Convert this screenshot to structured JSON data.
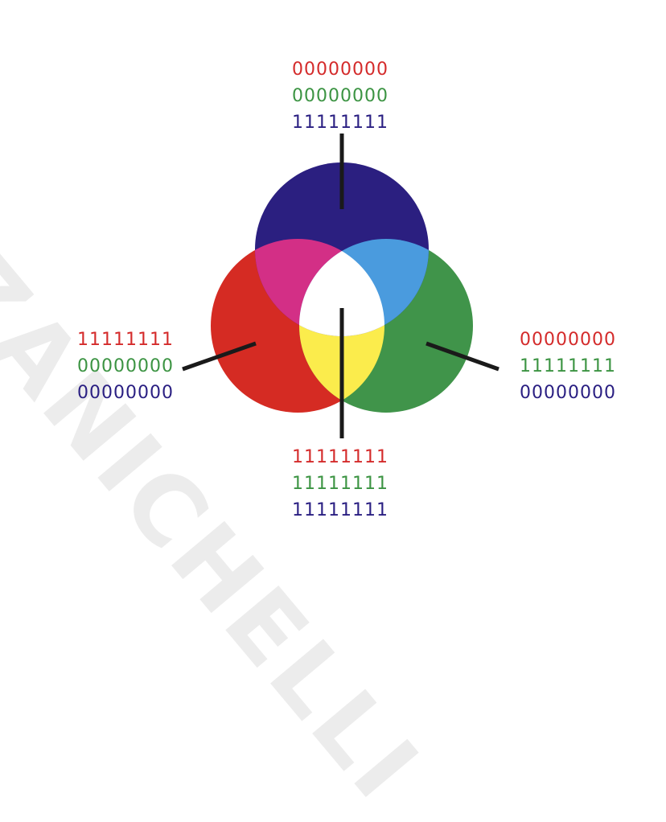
{
  "watermark": "ZANICHELLI",
  "colors": {
    "red": "#d52b23",
    "green": "#40944a",
    "blue": "#2b1f80",
    "magenta": "#d32f86",
    "cyan": "#4a9bde",
    "yellow": "#fbec4c",
    "white": "#ffffff",
    "leader": "#1a1a1a",
    "text_red": "#d42b2b",
    "text_green": "#3c9443",
    "text_blue": "#2a1f82"
  },
  "labels": {
    "blue": {
      "r": "00000000",
      "g": "00000000",
      "b": "11111111"
    },
    "red": {
      "r": "11111111",
      "g": "00000000",
      "b": "00000000"
    },
    "green": {
      "r": "00000000",
      "g": "11111111",
      "b": "00000000"
    },
    "white": {
      "r": "11111111",
      "g": "11111111",
      "b": "11111111"
    }
  }
}
